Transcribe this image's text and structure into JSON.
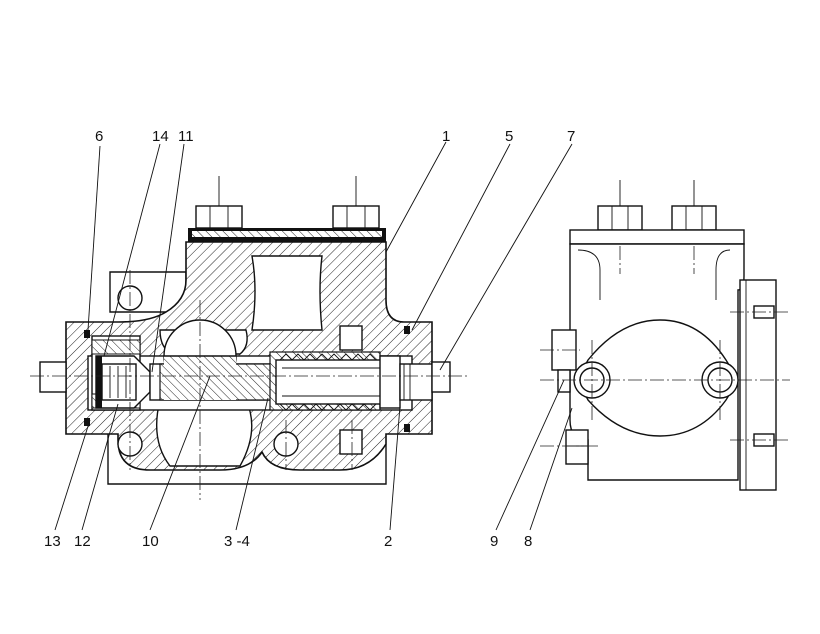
{
  "callouts": {
    "c1": "1",
    "c2": "2",
    "c3_4": "3 -4",
    "c5": "5",
    "c6": "6",
    "c7": "7",
    "c8": "8",
    "c9": "9",
    "c10": "10",
    "c11": "11",
    "c12": "12",
    "c13": "13",
    "c14": "14"
  },
  "colors": {
    "line": "#111111",
    "background": "#ffffff"
  }
}
